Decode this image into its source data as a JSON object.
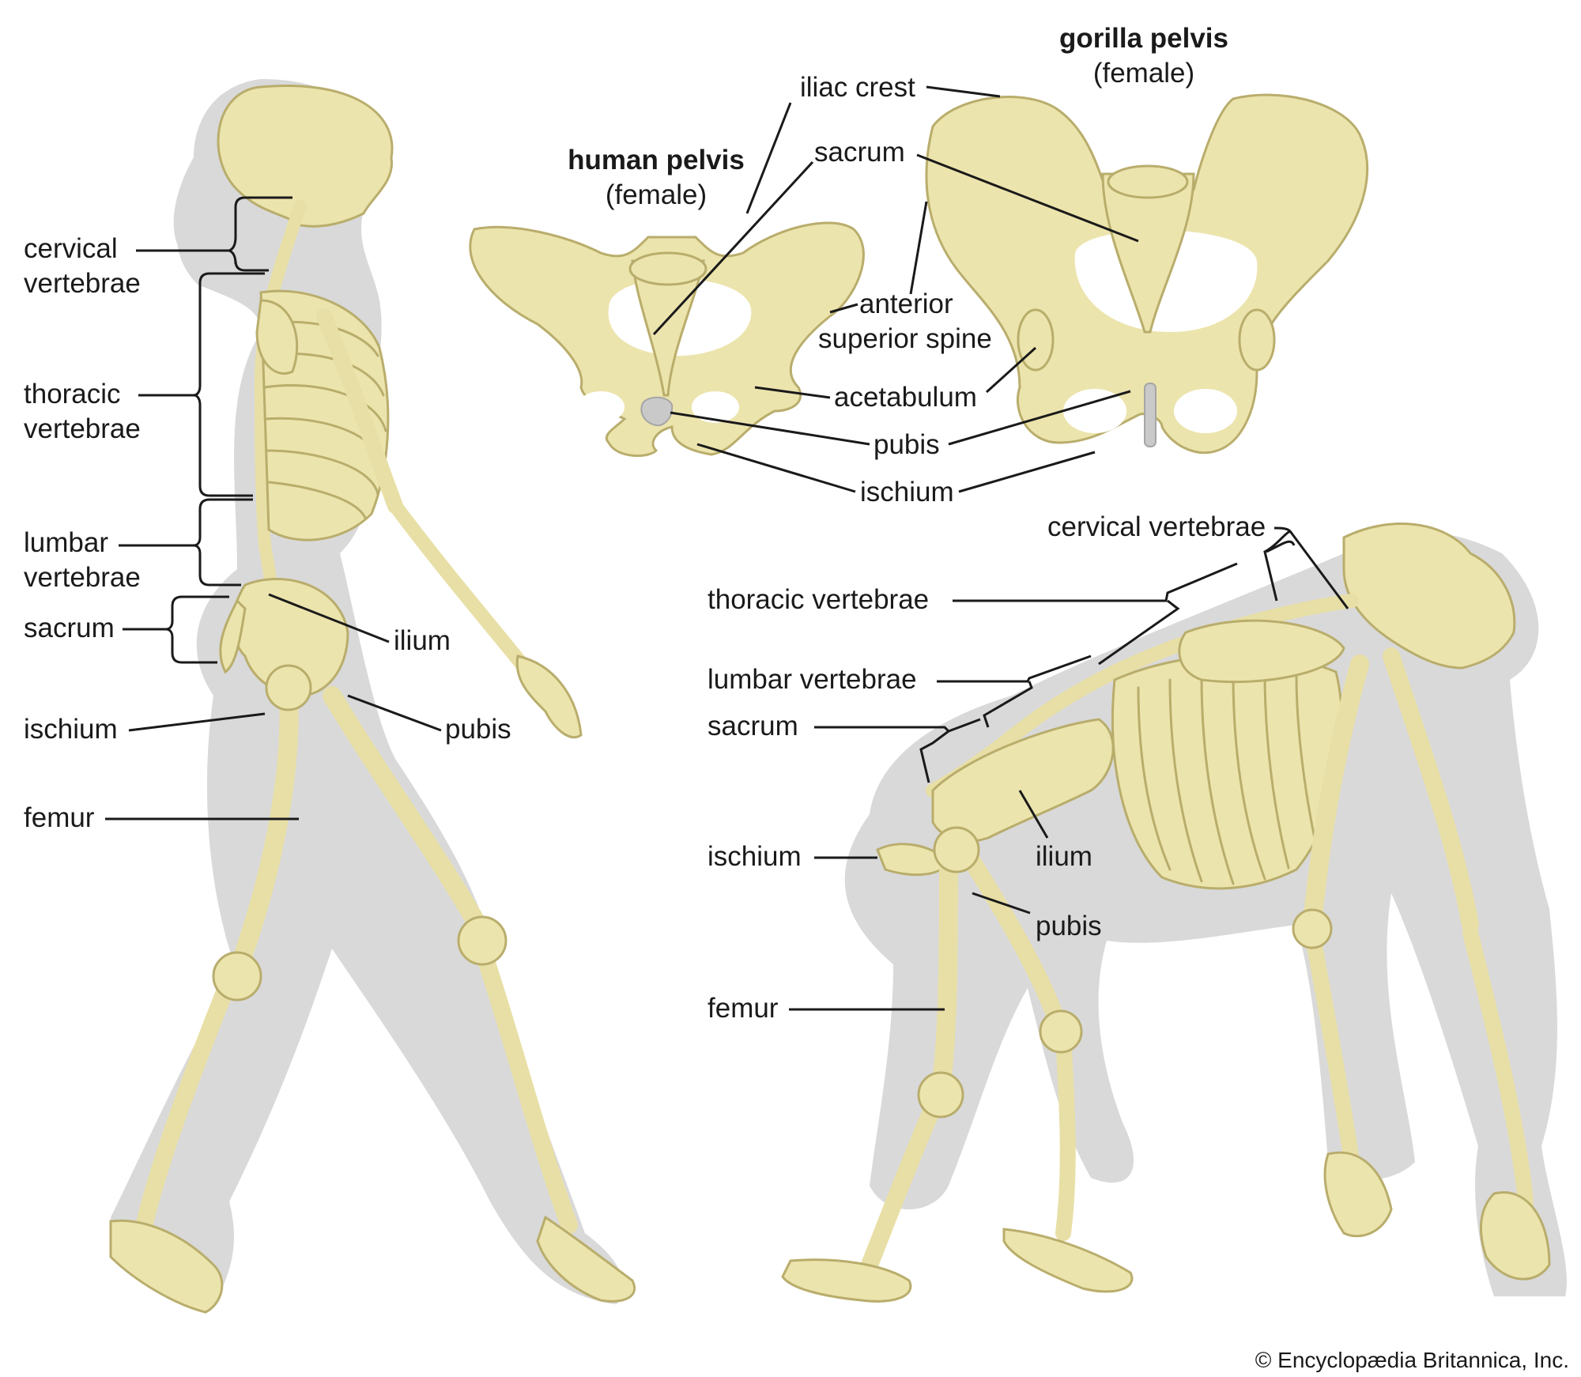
{
  "human_skeleton_labels": {
    "cervical_1": "cervical",
    "cervical_2": "vertebrae",
    "thoracic_1": "thoracic",
    "thoracic_2": "vertebrae",
    "lumbar_1": "lumbar",
    "lumbar_2": "vertebrae",
    "sacrum": "sacrum",
    "ilium": "ilium",
    "ischium": "ischium",
    "pubis": "pubis",
    "femur": "femur"
  },
  "human_pelvis": {
    "title": "human pelvis",
    "subtitle": "(female)"
  },
  "gorilla_pelvis": {
    "title": "gorilla pelvis",
    "subtitle": "(female)"
  },
  "pelvis_labels": {
    "iliac_crest": "iliac crest",
    "sacrum": "sacrum",
    "anterior_1": "anterior",
    "anterior_2": "superior spine",
    "acetabulum": "acetabulum",
    "pubis": "pubis",
    "ischium": "ischium"
  },
  "gorilla_skeleton_labels": {
    "cervical": "cervical vertebrae",
    "thoracic": "thoracic vertebrae",
    "lumbar": "lumbar vertebrae",
    "sacrum": "sacrum",
    "ischium": "ischium",
    "ilium": "ilium",
    "pubis": "pubis",
    "femur": "femur"
  },
  "copyright": "© Encyclopædia Britannica, Inc.",
  "colors": {
    "bone": "#ece4ad",
    "bone_outline": "#b9ad6c",
    "silhouette": "#d9d9d9",
    "cartilage": "#c9c9c9",
    "text": "#1a1a1a"
  }
}
